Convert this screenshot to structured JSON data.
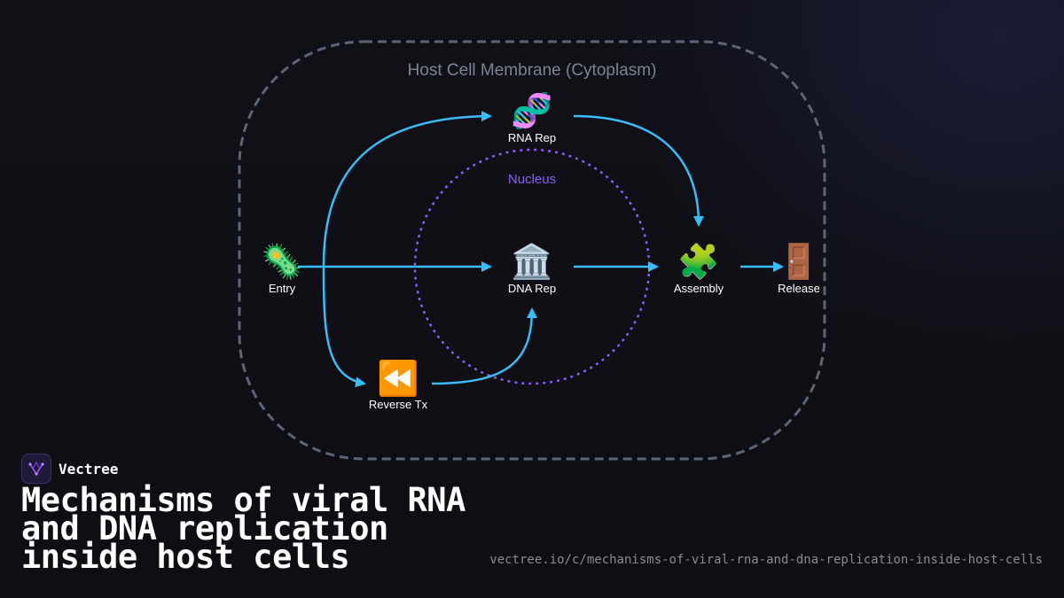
{
  "diagram": {
    "regions": {
      "membrane_label": "Host Cell Membrane (Cytoplasm)",
      "nucleus_label": "Nucleus"
    },
    "nodes": [
      {
        "id": "entry",
        "label": "Entry",
        "icon": "microbe-icon",
        "glyph": "🦠"
      },
      {
        "id": "rna_rep",
        "label": "RNA Rep",
        "icon": "dna-icon",
        "glyph": "🧬"
      },
      {
        "id": "dna_rep",
        "label": "DNA Rep",
        "icon": "classical-building-icon",
        "glyph": "🏛️"
      },
      {
        "id": "reverse_tx",
        "label": "Reverse Tx",
        "icon": "rewind-icon",
        "glyph": "⏪"
      },
      {
        "id": "assembly",
        "label": "Assembly",
        "icon": "puzzle-piece-icon",
        "glyph": "🧩"
      },
      {
        "id": "release",
        "label": "Release",
        "icon": "door-icon",
        "glyph": "🚪"
      }
    ],
    "edges": [
      {
        "from": "entry",
        "to": "rna_rep"
      },
      {
        "from": "entry",
        "to": "dna_rep"
      },
      {
        "from": "entry",
        "to": "reverse_tx"
      },
      {
        "from": "reverse_tx",
        "to": "dna_rep"
      },
      {
        "from": "rna_rep",
        "to": "assembly"
      },
      {
        "from": "dna_rep",
        "to": "assembly"
      },
      {
        "from": "assembly",
        "to": "release"
      }
    ],
    "colors": {
      "arrow": "#38bdf8",
      "membrane": "#5b6577",
      "membrane_label": "#7b8494",
      "nucleus": "#8b5cf6",
      "nucleus_label": "#8b5cf6"
    }
  },
  "brand": {
    "name": "Vectree",
    "logo_icon": "vectree-logo-icon"
  },
  "title": "Mechanisms of viral RNA and DNA replication inside host cells",
  "url": "vectree.io/c/mechanisms-of-viral-rna-and-dna-replication-inside-host-cells"
}
